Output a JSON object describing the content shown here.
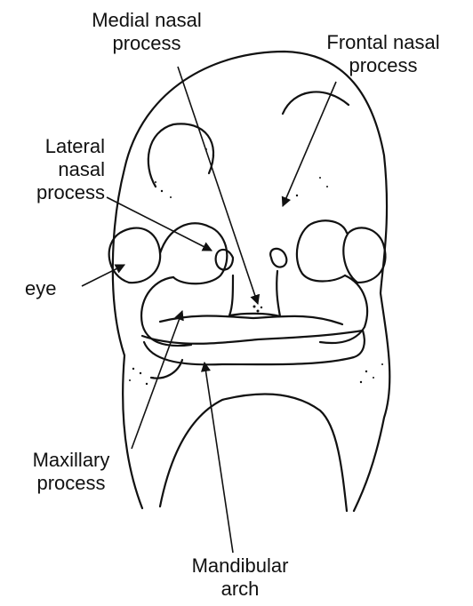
{
  "labels": {
    "medial_nasal": [
      "Medial nasal",
      "process"
    ],
    "frontal_nasal": [
      "Frontal nasal",
      "process"
    ],
    "lateral_nasal": [
      "Lateral",
      "nasal",
      "process"
    ],
    "eye": "eye",
    "maxillary": [
      "Maxillary",
      "process"
    ],
    "mandibular": [
      "Mandibular",
      "arch"
    ]
  },
  "colors": {
    "ink": "#111111",
    "background": "#ffffff"
  }
}
